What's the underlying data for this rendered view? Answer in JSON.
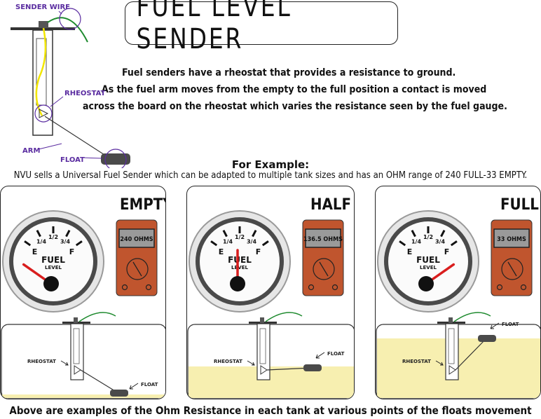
{
  "title": "FUEL LEVEL SENDER",
  "intro": [
    "Fuel senders have a rheostat that provides a resistance to ground.",
    "As the fuel arm moves from the empty to the full position a contact is moved",
    "across the board on the rheostat which varies the resistance seen by the fuel gauge."
  ],
  "diagram_labels": {
    "sender_wire": "SENDER WIRE",
    "rheostat": "RHEOSTAT",
    "arm": "ARM",
    "float": "FLOAT"
  },
  "example": {
    "heading": "For Example:",
    "description": "NVU sells a Universal Fuel Sender which can be adapted to multiple tank sizes and has an OHM range of 240 FULL-33 EMPTY."
  },
  "gauge_labels": {
    "e": "E",
    "quarter": "1/4",
    "half": "1/2",
    "three_quarter": "3/4",
    "f": "F",
    "fuel": "FUEL",
    "level": "LEVEL"
  },
  "panels": [
    {
      "label": "EMPTY",
      "ohms": "240 OHMS",
      "level": 0.0
    },
    {
      "label": "HALF",
      "ohms": "136.5 OHMS",
      "level": 0.5
    },
    {
      "label": "FULL",
      "ohms": "33 OHMS",
      "level": 1.0
    }
  ],
  "tank_labels": {
    "rheostat": "RHEOSTAT",
    "float": "FLOAT"
  },
  "footer": "Above are examples of the Ohm Resistance in each tank at various points of the floats movement",
  "colors": {
    "label_purple": "#5a2ca0",
    "wire_yellow": "#f2e600",
    "wire_green": "#1e8a2e",
    "needle_red": "#d91e1e",
    "meter_brown": "#c0552e",
    "fuel_yellow": "#f7efb0"
  }
}
